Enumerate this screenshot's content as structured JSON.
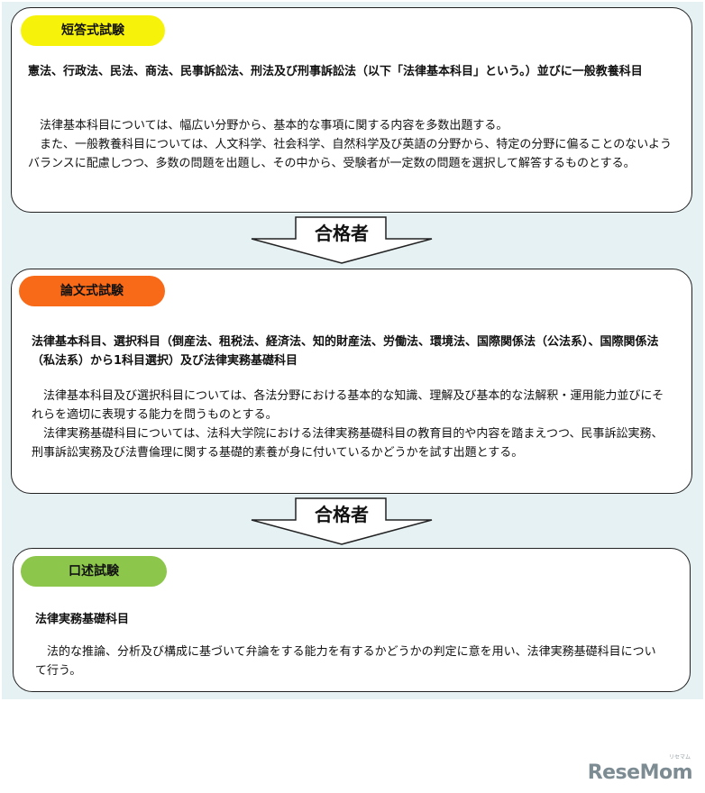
{
  "sections": [
    {
      "title": "短答式試験",
      "title_color": "#f7f20a",
      "subject": "憲法、行政法、民法、商法、民事訴訟法、刑法及び刑事訴訟法（以下「法律基本科目」という。）並びに一般教養科目",
      "paragraphs": [
        "法律基本科目については、幅広い分野から、基本的な事項に関する内容を多数出題する。",
        "また、一般教養科目については、人文科学、社会科学、自然科学及び英語の分野から、特定の分野に偏ることのないようバランスに配慮しつつ、多数の問題を出題し、その中から、受験者が一定数の問題を選択して解答するものとする。"
      ]
    },
    {
      "title": "論文式試験",
      "title_color": "#f86a18",
      "subject": "法律基本科目、選択科目（倒産法、租税法、経済法、知的財産法、労働法、環境法、国際関係法（公法系）、国際関係法（私法系）から1科目選択）及び法律実務基礎科目",
      "paragraphs": [
        "法律基本科目及び選択科目については、各法分野における基本的な知識、理解及び基本的な法解釈・運用能力並びにそれらを適切に表現する能力を問うものとする。",
        "法律実務基礎科目については、法科大学院における法律実務基礎科目の教育目的や内容を踏まえつつ、民事訴訟実務、刑事訴訟実務及び法曹倫理に関する基礎的素養が身に付いているかどうかを試す出題とする。"
      ]
    },
    {
      "title": "口述試験",
      "title_color": "#8cc64a",
      "subject": "法律実務基礎科目",
      "paragraphs": [
        "法的な推論、分析及び構成に基づいて弁論をする能力を有するかどうかの判定に意を用い、法律実務基礎科目について行う。"
      ]
    }
  ],
  "arrows": [
    {
      "label": "合格者"
    },
    {
      "label": "合格者"
    }
  ],
  "logo": {
    "text": "ReseMom",
    "small": "リセマム"
  }
}
